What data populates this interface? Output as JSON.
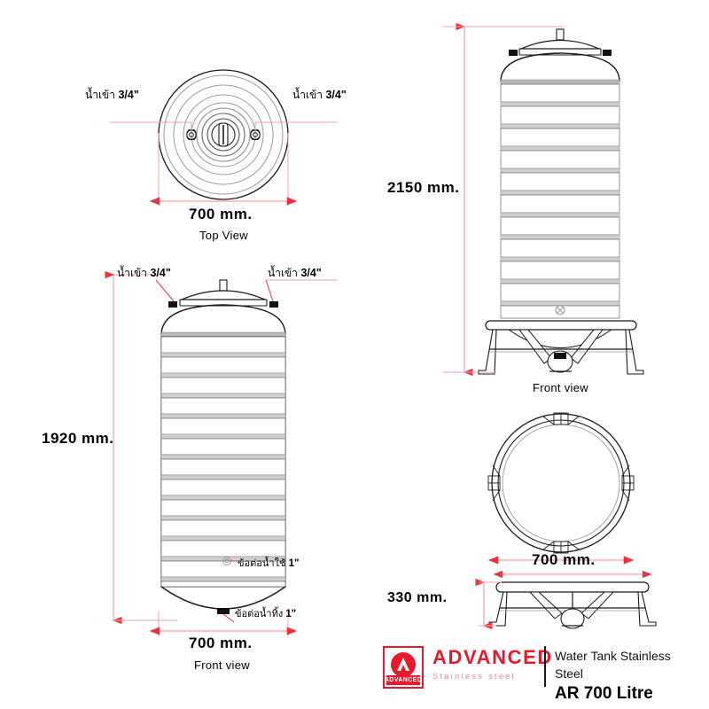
{
  "document": {
    "type": "technical-drawing",
    "title": "Water Tank Stainless Steel AR 700 Litre"
  },
  "views": {
    "top": {
      "name": "Top View",
      "width_dim": "700 mm.",
      "inlet_left": {
        "thai": "น้ำเข้า",
        "size": "3/4\""
      },
      "inlet_right": {
        "thai": "น้ำเข้า",
        "size": "3/4\""
      }
    },
    "front_left": {
      "name": "Front view",
      "height_dim": "1920 mm.",
      "width_dim": "700 mm.",
      "inlet_left": {
        "thai": "น้ำเข้า",
        "size": "3/4\""
      },
      "inlet_right": {
        "thai": "น้ำเข้า",
        "size": "3/4\""
      },
      "outlet": {
        "thai": "ข้อต่อน้ำใช้",
        "size": "1\""
      },
      "drain": {
        "thai": "ข้อต่อน้ำทิ้ง",
        "size": "1\""
      }
    },
    "front_right": {
      "name": "Front view",
      "height_dim": "2150 mm."
    },
    "bottom": {
      "width_dim": "700 mm."
    },
    "stand": {
      "height_dim": "330 mm."
    }
  },
  "footer": {
    "logo_word": "ADVANCED",
    "brand_name": "ADVANCED",
    "brand_sub": "Stainless   steel",
    "product_line1": "Water Tank Stainless Steel",
    "product_line2": "AR 700 Litre"
  },
  "colors": {
    "brand_red": "#e8192c",
    "brand_sub_red": "#f0828c",
    "dimension_line": "#f4a0a8",
    "outline": "#1a1a1a",
    "rib_shade": "#c9c9c9"
  }
}
